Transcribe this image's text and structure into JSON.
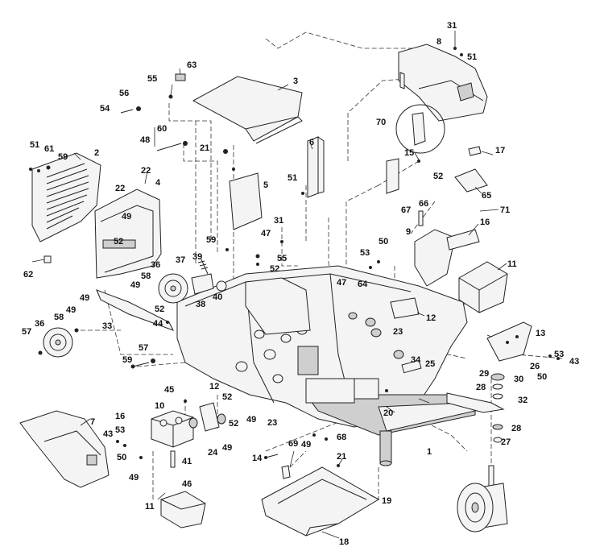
{
  "diagram": {
    "labels": [
      {
        "id": "L1",
        "text": "31"
      },
      {
        "id": "L2",
        "text": "8"
      },
      {
        "id": "L3",
        "text": "51"
      },
      {
        "id": "L4",
        "text": "63"
      },
      {
        "id": "L5",
        "text": "3"
      },
      {
        "id": "L6",
        "text": "55"
      },
      {
        "id": "L7",
        "text": "54"
      },
      {
        "id": "L8",
        "text": "56"
      },
      {
        "id": "L9",
        "text": "70"
      },
      {
        "id": "L10",
        "text": "60"
      },
      {
        "id": "L11",
        "text": "48"
      },
      {
        "id": "L12",
        "text": "21"
      },
      {
        "id": "L13",
        "text": "6"
      },
      {
        "id": "L14",
        "text": "15"
      },
      {
        "id": "L15",
        "text": "17"
      },
      {
        "id": "L16",
        "text": "51"
      },
      {
        "id": "L17",
        "text": "61"
      },
      {
        "id": "L18",
        "text": "59"
      },
      {
        "id": "L19",
        "text": "2"
      },
      {
        "id": "L20",
        "text": "22"
      },
      {
        "id": "L21",
        "text": "4"
      },
      {
        "id": "L22",
        "text": "22"
      },
      {
        "id": "L23",
        "text": "51"
      },
      {
        "id": "L24",
        "text": "5"
      },
      {
        "id": "L25",
        "text": "52"
      },
      {
        "id": "L26",
        "text": "65"
      },
      {
        "id": "L27",
        "text": "66"
      },
      {
        "id": "L28",
        "text": "67"
      },
      {
        "id": "L29",
        "text": "71"
      },
      {
        "id": "L30",
        "text": "49"
      },
      {
        "id": "L31",
        "text": "31"
      },
      {
        "id": "L32",
        "text": "47"
      },
      {
        "id": "L33",
        "text": "16"
      },
      {
        "id": "L34",
        "text": "9"
      },
      {
        "id": "L35",
        "text": "59"
      },
      {
        "id": "L36",
        "text": "50"
      },
      {
        "id": "L37",
        "text": "52"
      },
      {
        "id": "L38",
        "text": "55"
      },
      {
        "id": "L39",
        "text": "53"
      },
      {
        "id": "L40",
        "text": "62"
      },
      {
        "id": "L41",
        "text": "36"
      },
      {
        "id": "L42",
        "text": "37"
      },
      {
        "id": "L43",
        "text": "39"
      },
      {
        "id": "L44",
        "text": "52"
      },
      {
        "id": "L45",
        "text": "11"
      },
      {
        "id": "L46",
        "text": "64"
      },
      {
        "id": "L47",
        "text": "58"
      },
      {
        "id": "L48",
        "text": "49"
      },
      {
        "id": "L49",
        "text": "47"
      },
      {
        "id": "L50",
        "text": "40"
      },
      {
        "id": "L51",
        "text": "38"
      },
      {
        "id": "L52",
        "text": "49"
      },
      {
        "id": "L53",
        "text": "52"
      },
      {
        "id": "L54",
        "text": "49"
      },
      {
        "id": "L55",
        "text": "12"
      },
      {
        "id": "L56",
        "text": "36"
      },
      {
        "id": "L57",
        "text": "58"
      },
      {
        "id": "L58",
        "text": "33"
      },
      {
        "id": "L59",
        "text": "44"
      },
      {
        "id": "L60",
        "text": "23"
      },
      {
        "id": "L61",
        "text": "13"
      },
      {
        "id": "L62",
        "text": "57"
      },
      {
        "id": "L63",
        "text": "57"
      },
      {
        "id": "L64",
        "text": "34"
      },
      {
        "id": "L65",
        "text": "25"
      },
      {
        "id": "L66",
        "text": "53"
      },
      {
        "id": "L67",
        "text": "26"
      },
      {
        "id": "L68",
        "text": "43"
      },
      {
        "id": "L69",
        "text": "59"
      },
      {
        "id": "L70",
        "text": "50"
      },
      {
        "id": "L71",
        "text": "29"
      },
      {
        "id": "L72",
        "text": "30"
      },
      {
        "id": "L73",
        "text": "28"
      },
      {
        "id": "L74",
        "text": "32"
      },
      {
        "id": "L75",
        "text": "45"
      },
      {
        "id": "L76",
        "text": "12"
      },
      {
        "id": "L77",
        "text": "52"
      },
      {
        "id": "L78",
        "text": "10"
      },
      {
        "id": "L79",
        "text": "52"
      },
      {
        "id": "L80",
        "text": "20"
      },
      {
        "id": "L81",
        "text": "7"
      },
      {
        "id": "L82",
        "text": "16"
      },
      {
        "id": "L83",
        "text": "49"
      },
      {
        "id": "L84",
        "text": "23"
      },
      {
        "id": "L85",
        "text": "28"
      },
      {
        "id": "L86",
        "text": "43"
      },
      {
        "id": "L87",
        "text": "53"
      },
      {
        "id": "L88",
        "text": "24"
      },
      {
        "id": "L89",
        "text": "49"
      },
      {
        "id": "L90",
        "text": "27"
      },
      {
        "id": "L91",
        "text": "50"
      },
      {
        "id": "L92",
        "text": "41"
      },
      {
        "id": "L93",
        "text": "49"
      },
      {
        "id": "L94",
        "text": "68"
      },
      {
        "id": "L95",
        "text": "1"
      },
      {
        "id": "L96",
        "text": "69"
      },
      {
        "id": "L97",
        "text": "49"
      },
      {
        "id": "L98",
        "text": "46"
      },
      {
        "id": "L99",
        "text": "14"
      },
      {
        "id": "L100",
        "text": "21"
      },
      {
        "id": "L101",
        "text": "19"
      },
      {
        "id": "L102",
        "text": "11"
      },
      {
        "id": "L103",
        "text": "18"
      }
    ]
  }
}
